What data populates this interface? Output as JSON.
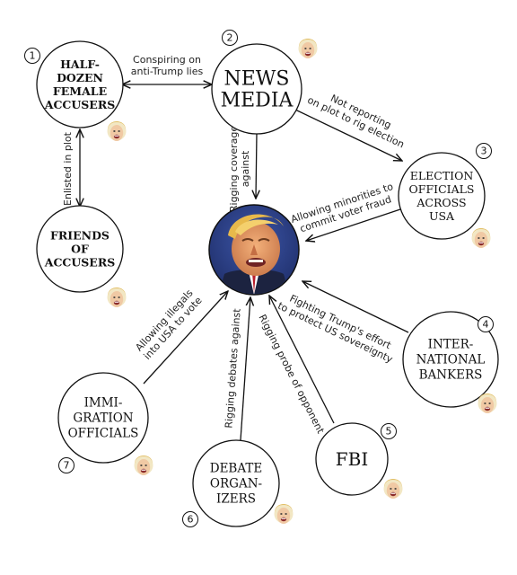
{
  "nodes": {
    "accusers": {
      "number": "1",
      "lines": [
        "HALF-",
        "DOZEN",
        "FEMALE",
        "ACCUSERS"
      ]
    },
    "media": {
      "number": "2",
      "lines": [
        "NEWS",
        "MEDIA"
      ]
    },
    "election": {
      "number": "3",
      "lines": [
        "ELECTION",
        "OFFICIALS",
        "ACROSS",
        "USA"
      ]
    },
    "bankers": {
      "number": "4",
      "lines": [
        "INTER-",
        "NATIONAL",
        "BANKERS"
      ]
    },
    "fbi": {
      "number": "5",
      "lines": [
        "FBI"
      ]
    },
    "debate": {
      "number": "6",
      "lines": [
        "DEBATE",
        "ORGAN-",
        "IZERS"
      ]
    },
    "immigration": {
      "number": "7",
      "lines": [
        "IMMI-",
        "GRATION",
        "OFFICIALS"
      ]
    },
    "friends": {
      "number": "",
      "lines": [
        "FRIENDS",
        "OF",
        "ACCUSERS"
      ]
    }
  },
  "edges": {
    "accusers_media": [
      "Conspiring on",
      "anti-Trump lies"
    ],
    "friends_accusers": [
      "Enlisted in plot"
    ],
    "media_trump": [
      "Rigging coverage",
      "against"
    ],
    "media_election": [
      "Not reporting",
      "on plot to rig election"
    ],
    "election_trump": [
      "Allowing minorities to",
      "commit voter fraud"
    ],
    "bankers_trump": [
      "Fighting Trump's effort",
      "to protect US sovereignty"
    ],
    "fbi_trump": [
      "Rigging probe of opponent"
    ],
    "debate_trump": [
      "Rigging debates against"
    ],
    "immigration_trump": [
      "Allowing illegals",
      "into USA to vote"
    ]
  },
  "center": {
    "icon": "trump-portrait"
  },
  "face_icon": "clinton-face-icon",
  "colors": {
    "line": "#111111",
    "circle_fill": "#ffffff",
    "center_bg": "#2b3f86"
  }
}
